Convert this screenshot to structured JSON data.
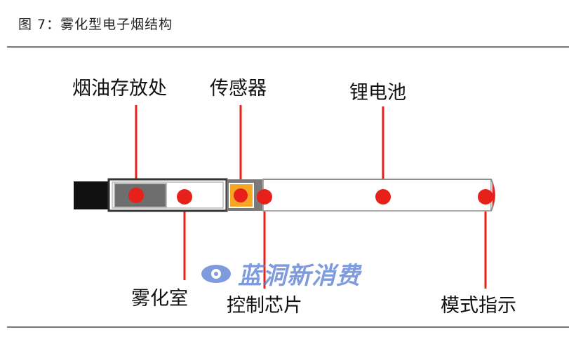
{
  "figure": {
    "title": "图 7：雾化型电子烟结构"
  },
  "labels": {
    "oil_storage": "烟油存放处",
    "sensor": "传感器",
    "battery": "锂电池",
    "atomizer": "雾化室",
    "control_chip": "控制芯片",
    "indicator": "模式指示"
  },
  "watermark": {
    "text": "蓝洞新消费"
  },
  "colors": {
    "marker": "#e8201a",
    "sensor_fill": "#f5a623",
    "mouthpiece": "#111111",
    "oil_block": "#6e6e6e",
    "rule": "#777777",
    "watermark": "#5b7fd6"
  }
}
